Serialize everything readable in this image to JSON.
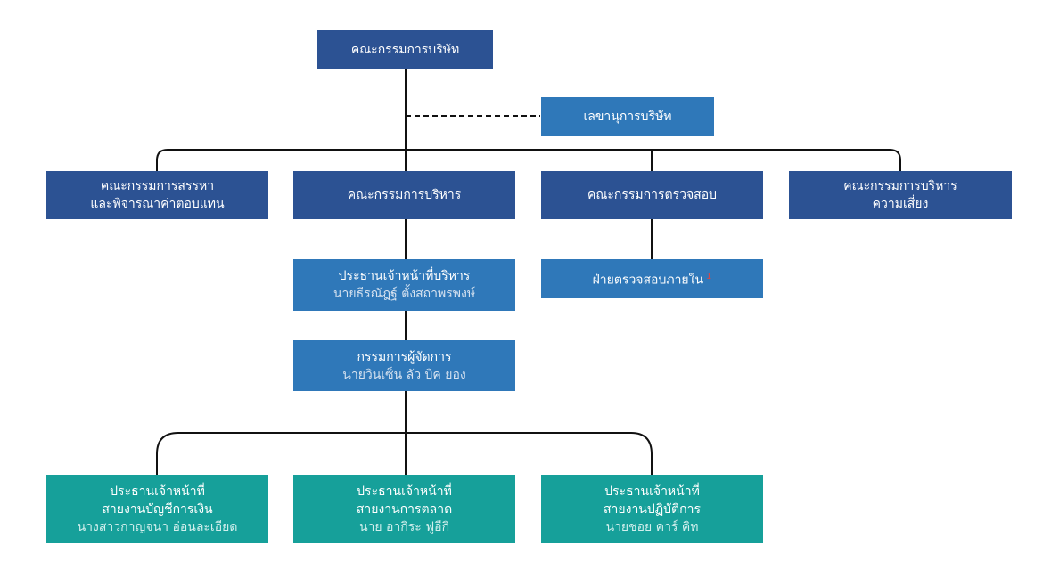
{
  "chart": {
    "board": "คณะกรรมการบริษัท",
    "secretary": "เลขานุการบริษัท",
    "committees": {
      "nomination": [
        "คณะกรรมการสรรหา",
        "และพิจารณาค่าตอบแทน"
      ],
      "executive": "คณะกรรมการบริหาร",
      "audit": "คณะกรรมการตรวจสอบ",
      "risk": [
        "คณะกรรมการบริหาร",
        "ความเสี่ยง"
      ]
    },
    "ceo": {
      "title": "ประธานเจ้าหน้าที่บริหาร",
      "name": "นายธีรณัฎฐ์ ตั้งสถาพรพงษ์"
    },
    "internal_audit": {
      "label": "ฝ่ายตรวจสอบภายใน",
      "mark": "1"
    },
    "md": {
      "title": "กรรมการผู้จัดการ",
      "name": "นายวินเซ็น ลัว บิค ยอง"
    },
    "chiefs": [
      {
        "line1": "ประธานเจ้าหน้าที่",
        "line2": "สายงานบัญชีการเงิน",
        "name": "นางสาวกาญจนา อ่อนละเอียด"
      },
      {
        "line1": "ประธานเจ้าหน้าที่",
        "line2": "สายงานการตลาด",
        "name": "นาย อากิระ ฟูอีกิ"
      },
      {
        "line1": "ประธานเจ้าหน้าที่",
        "line2": "สายงานปฏิบัติการ",
        "name": "นายชอย คาร์ คิท"
      }
    ]
  },
  "colors": {
    "navy": "#2c5293",
    "blue": "#2f78b9",
    "teal": "#16a09a",
    "line": "#111111",
    "mark": "#e8413a"
  }
}
